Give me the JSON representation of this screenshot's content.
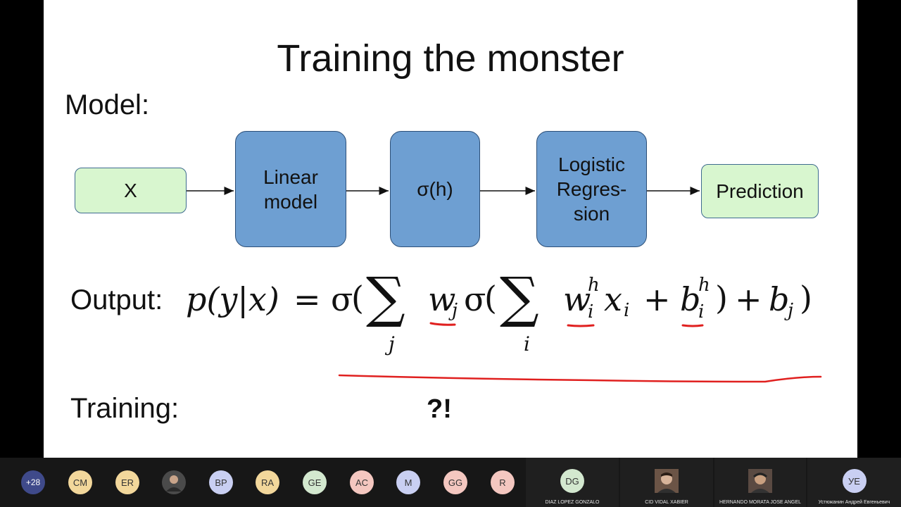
{
  "slide": {
    "title": "Training the monster",
    "model_label": "Model:",
    "output_label": "Output:",
    "training_label": "Training:",
    "question": "?!",
    "blocks": [
      {
        "label": "X"
      },
      {
        "label": "Linear model"
      },
      {
        "label": "σ(h)"
      },
      {
        "label": "Logistic Regres- sion"
      },
      {
        "label": "Prediction"
      }
    ],
    "formula": {
      "lhs": "p(y|x)",
      "eq": "=",
      "sigma": "σ",
      "sum_symbol": "∑",
      "outer_index": "j",
      "inner_index": "i",
      "w_j": "w",
      "w_j_sub": "j",
      "w_i": "w",
      "w_i_sub": "i",
      "w_i_sup": "h",
      "x_i": "x",
      "x_i_sub": "i",
      "plus": "+",
      "b_i": "b",
      "b_i_sub": "i",
      "b_i_sup": "h",
      "b_j": "b",
      "b_j_sub": "j"
    },
    "annotation_color": "#e0201f"
  },
  "participants_bar": {
    "overflow_count": "+28",
    "avatars": [
      {
        "initials": "CM",
        "color": "#f2d79b"
      },
      {
        "initials": "ER",
        "color": "#f2d79b"
      },
      {
        "initials": "",
        "color": "#555555",
        "photo": true
      },
      {
        "initials": "BP",
        "color": "#c9cff2"
      },
      {
        "initials": "RA",
        "color": "#f2d79b"
      },
      {
        "initials": "GE",
        "color": "#d3e8cf"
      },
      {
        "initials": "AC",
        "color": "#f4c7c0"
      },
      {
        "initials": "M",
        "color": "#c9cff2"
      },
      {
        "initials": "GG",
        "color": "#f4c7c0"
      },
      {
        "initials": "R",
        "color": "#f4c7c0"
      }
    ],
    "tiles": [
      {
        "initials": "DG",
        "color": "#d3e8cf",
        "name": "DIAZ LOPEZ GONZALO"
      },
      {
        "initials": "",
        "color": "#7a5a48",
        "photo": true,
        "name": "CID VIDAL XABIER"
      },
      {
        "initials": "",
        "color": "#6a5a50",
        "photo": true,
        "name": "HERNANDO MORATA JOSE ANGEL"
      },
      {
        "initials": "УЕ",
        "color": "#c9cff2",
        "name": "Устюжанин Андрей Евгеньевич"
      }
    ]
  }
}
